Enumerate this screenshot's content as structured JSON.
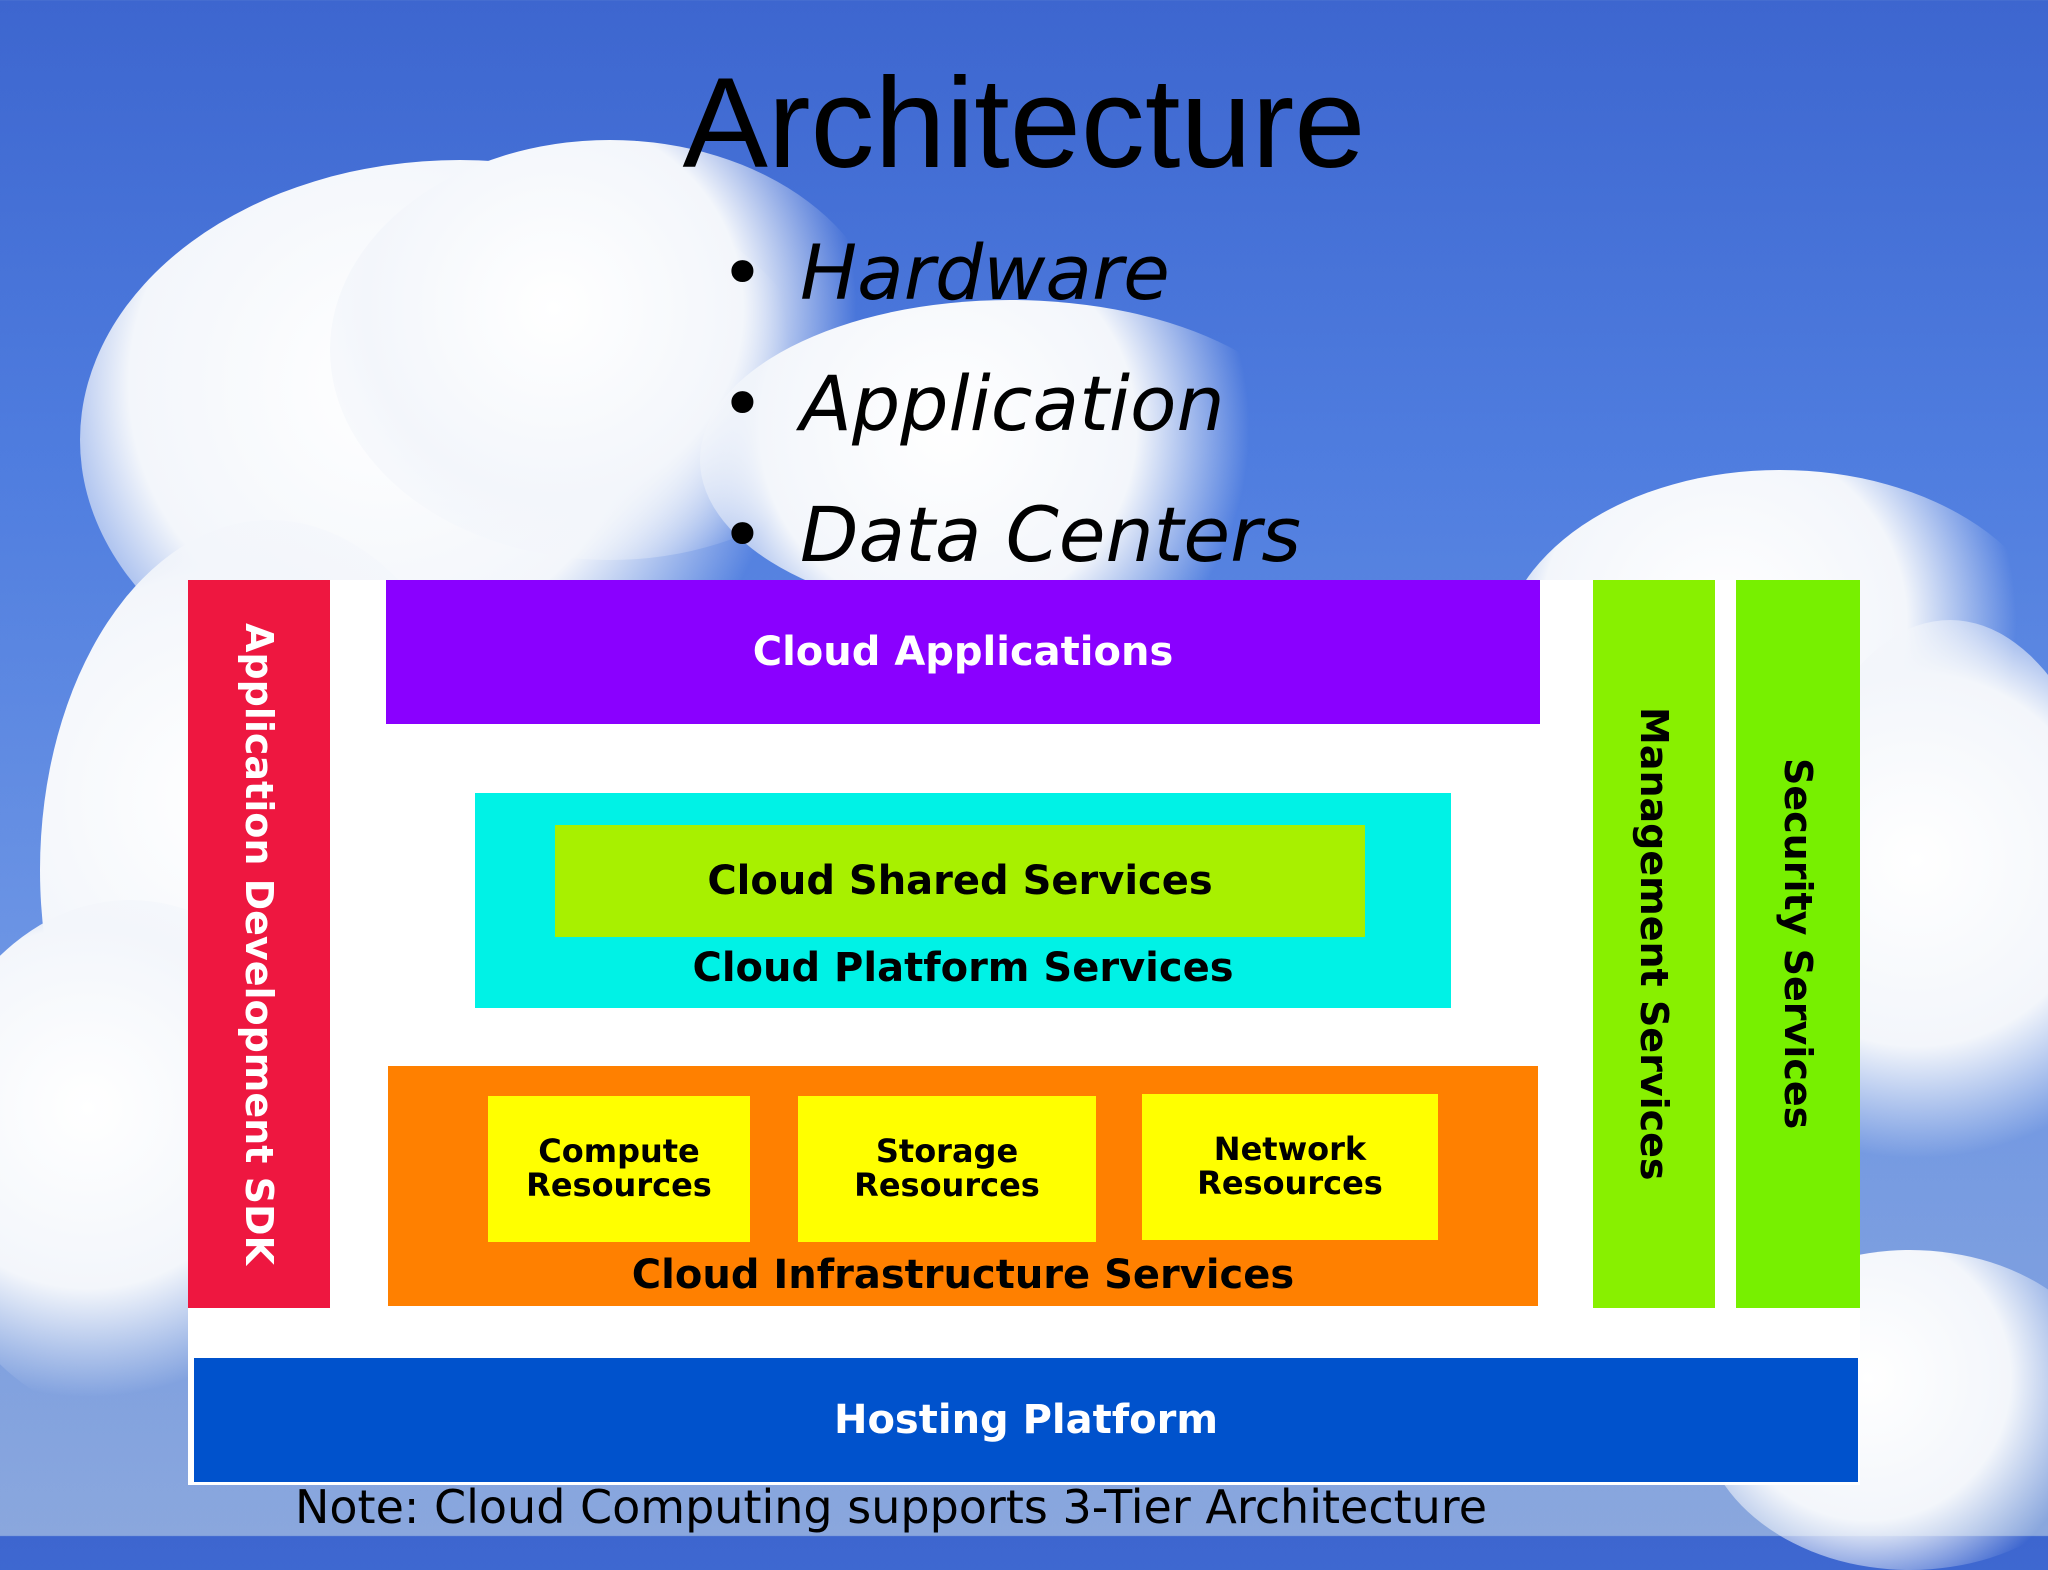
{
  "title": "Architecture",
  "bullets": [
    "Hardware",
    "Application",
    "Data Centers"
  ],
  "diagram": {
    "sdk": "Application Development SDK",
    "cloud_applications": "Cloud Applications",
    "cloud_shared_services": "Cloud Shared Services",
    "cloud_platform_services": "Cloud Platform Services",
    "compute_resources": [
      "Compute",
      "Resources"
    ],
    "storage_resources": [
      "Storage",
      "Resources"
    ],
    "network_resources": [
      "Network",
      "Resources"
    ],
    "cloud_infrastructure_services": "Cloud Infrastructure Services",
    "management_services": "Management Services",
    "security_services": "Security Services",
    "hosting_platform": "Hosting Platform"
  },
  "note": "Note: Cloud Computing supports 3-Tier Architecture",
  "colors": {
    "sdk": "#ee1740",
    "applications": "#8a00ff",
    "platform": "#00f2e6",
    "shared": "#a8f000",
    "infrastructure": "#ff8000",
    "resources": "#ffff00",
    "management": "#88f000",
    "security": "#77f000",
    "hosting": "#0052cc"
  }
}
